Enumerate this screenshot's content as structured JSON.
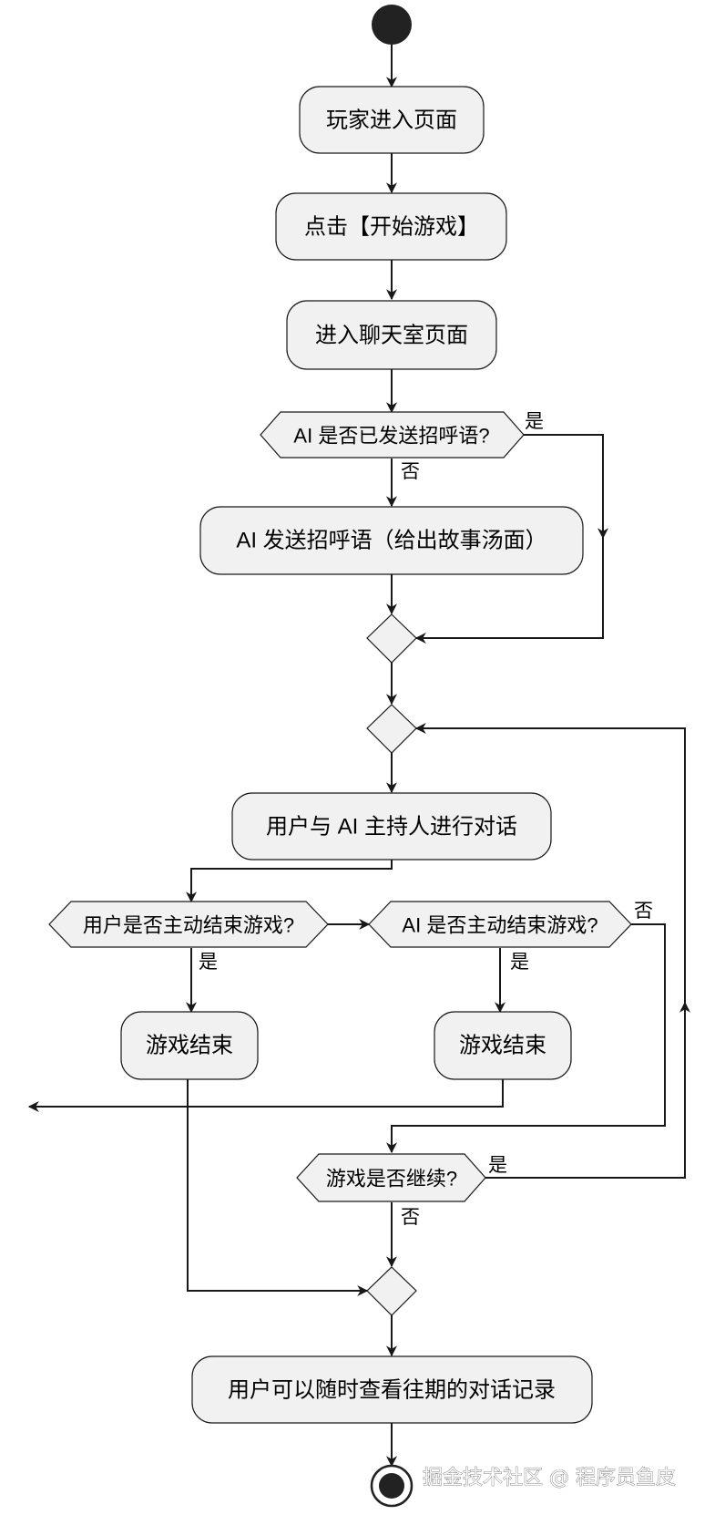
{
  "activities": {
    "enter_page": "玩家进入页面",
    "click_start": "点击【开始游戏】",
    "enter_chat": "进入聊天室页面",
    "ai_send_greeting": "AI 发送招呼语（给出故事汤面）",
    "user_ai_dialog": "用户与 AI 主持人进行对话",
    "game_over_user": "游戏结束",
    "game_over_ai": "游戏结束",
    "view_history": "用户可以随时查看往期的对话记录"
  },
  "decisions": {
    "greeting_sent": "AI 是否已发送招呼语?",
    "user_end": "用户是否主动结束游戏?",
    "ai_end": "AI 是否主动结束游戏?",
    "continue": "游戏是否继续?"
  },
  "labels": {
    "greeting_yes": "是",
    "greeting_no": "否",
    "user_end_yes": "是",
    "ai_end_yes": "是",
    "ai_end_no": "否",
    "continue_yes": "是",
    "continue_no": "否"
  },
  "watermark": "掘金技术社区 @ 程序员鱼皮"
}
